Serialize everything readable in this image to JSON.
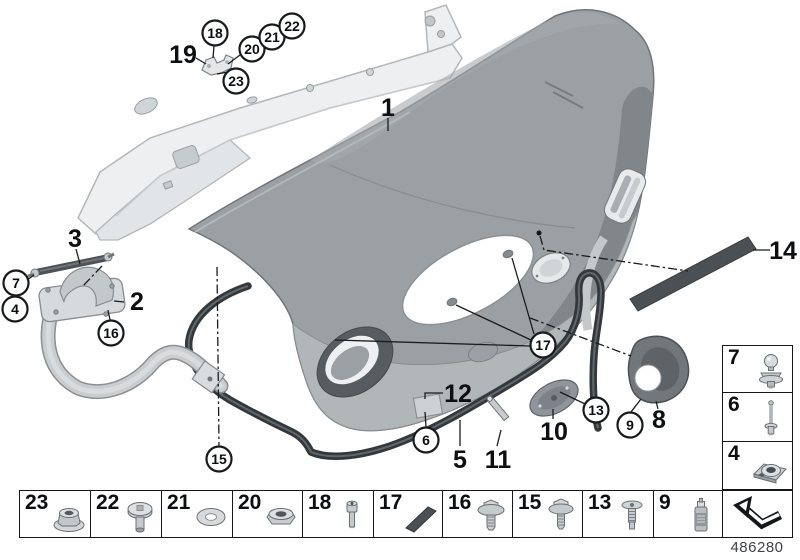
{
  "figure": {
    "doc_number": "486280",
    "title": "trunk-lid-parts-diagram"
  },
  "callouts": {
    "plain": {
      "p1": "1",
      "p2": "2",
      "p3": "3",
      "p5": "5",
      "p8": "8",
      "p10": "10",
      "p11": "11",
      "p12": "12",
      "p14": "14",
      "p19": "19"
    },
    "circled": {
      "c4": "4",
      "c6": "6",
      "c7": "7",
      "c9": "9",
      "c13": "13",
      "c15": "15",
      "c16": "16",
      "c17": "17",
      "c18": "18",
      "c20": "20",
      "c21": "21",
      "c22": "22",
      "c23": "23"
    }
  },
  "legend": {
    "bottom": [
      {
        "n": "23",
        "icon": "flange-nut"
      },
      {
        "n": "22",
        "icon": "blind-rivet-bolt"
      },
      {
        "n": "21",
        "icon": "washer"
      },
      {
        "n": "20",
        "icon": "hex-nut"
      },
      {
        "n": "18",
        "icon": "socket-head-screw"
      },
      {
        "n": "17",
        "icon": "adhesive-pad"
      },
      {
        "n": "16",
        "icon": "hex-screw-with-washer"
      },
      {
        "n": "15",
        "icon": "hex-screw-with-washer"
      },
      {
        "n": "13",
        "icon": "flat-head-screw"
      },
      {
        "n": "9",
        "icon": "adhesive-tube"
      }
    ],
    "right": [
      {
        "n": "7",
        "icon": "ball-stud"
      },
      {
        "n": "6",
        "icon": "blind-rivet"
      },
      {
        "n": "4",
        "icon": "cage-nut"
      }
    ],
    "arrow_icon": "page-reference-arrow"
  },
  "colors": {
    "lid_gray": "#9aa0a3",
    "lid_side": "#80868a",
    "inner_panel": "#b1b7b9",
    "seal_dark": "#33383c",
    "tape_strip": "#4b5055",
    "line_black": "#17191b"
  }
}
